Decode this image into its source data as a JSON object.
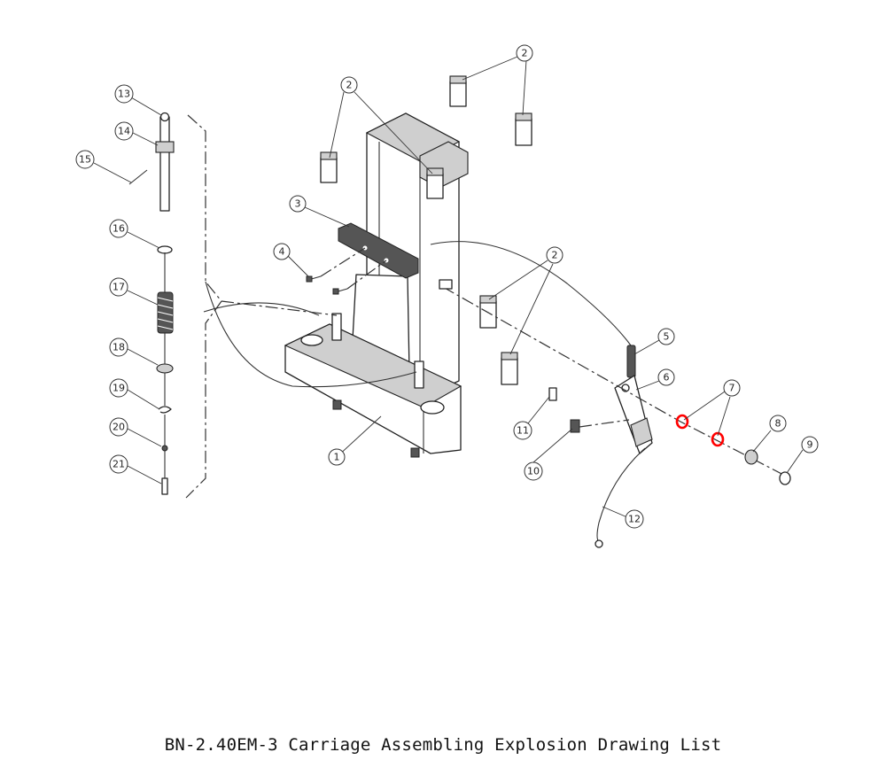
{
  "caption": "BN-2.40EM-3 Carriage Assembling Explosion Drawing List",
  "highlight_color": "#ff0000",
  "callouts": [
    "1",
    "2",
    "3",
    "4",
    "5",
    "6",
    "7",
    "8",
    "9",
    "10",
    "11",
    "12",
    "13",
    "14",
    "15",
    "16",
    "17",
    "18",
    "19",
    "20",
    "21"
  ]
}
